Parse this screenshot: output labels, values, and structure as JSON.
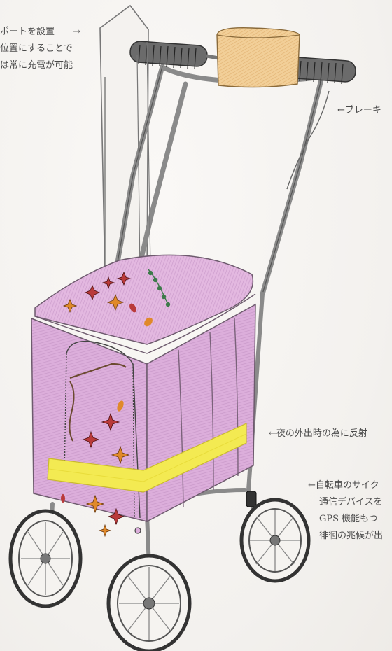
{
  "annotations": {
    "charging": {
      "lines": [
        "ポートを設置　　→",
        "位置にすることで",
        "は常に充電が可能"
      ]
    },
    "brake": {
      "lines": [
        "←ブレーキ"
      ]
    },
    "reflector": {
      "lines": [
        "←夜の外出時の為に反射"
      ]
    },
    "gps": {
      "lines": [
        "←自転車のサイク",
        "通信デバイスを",
        "GPS 機能もつ",
        "徘徊の兆候が出"
      ]
    }
  },
  "colors": {
    "frame": "#8a8a8a",
    "bag": "#dcaedb",
    "bag_dark": "#b985bd",
    "band": "#f3ea52",
    "box": "#f0c98e",
    "flower_red": "#b93a3a",
    "flower_orange": "#e0892a",
    "leaf": "#3d7a4a"
  }
}
